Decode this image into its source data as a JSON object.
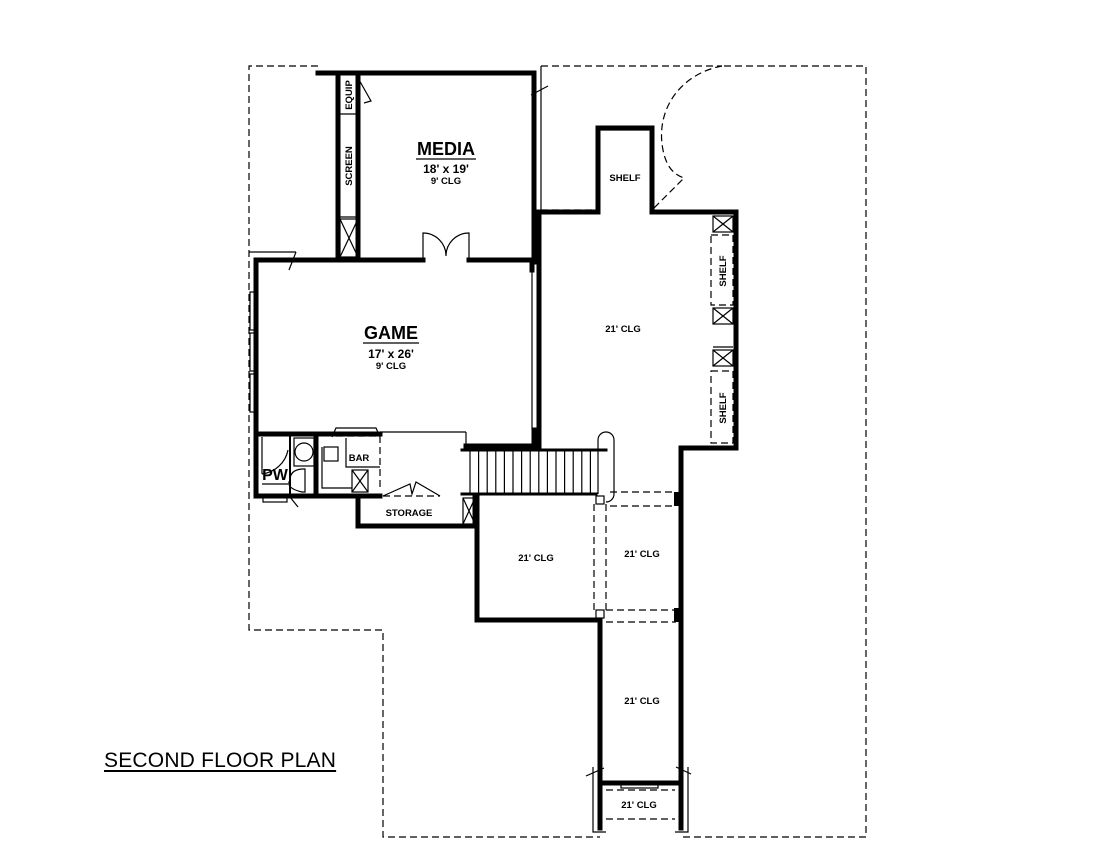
{
  "title": "SECOND FLOOR PLAN",
  "rooms": {
    "media": {
      "name": "MEDIA",
      "size": "18' x 19'",
      "ceiling": "9' CLG"
    },
    "game": {
      "name": "GAME",
      "size": "17' x 26'",
      "ceiling": "9' CLG"
    },
    "open_to_below": {
      "ceiling": "21' CLG"
    },
    "lower_left_bay": {
      "ceiling": "21' CLG"
    },
    "lower_right_bay": {
      "ceiling": "21' CLG"
    },
    "corridor": {
      "ceiling": "21' CLG"
    },
    "entry": {
      "ceiling": "21' CLG"
    },
    "pw": {
      "name": "PW"
    },
    "bar": {
      "name": "BAR"
    },
    "storage": {
      "name": "STORAGE"
    },
    "equip": {
      "name": "EQUIP"
    },
    "screen": {
      "name": "SCREEN"
    },
    "shelf_top": {
      "name": "SHELF"
    },
    "shelf_right_upper": {
      "name": "SHELF"
    },
    "shelf_right_lower": {
      "name": "SHELF"
    }
  },
  "colors": {
    "line": "#000000",
    "background": "#ffffff"
  }
}
